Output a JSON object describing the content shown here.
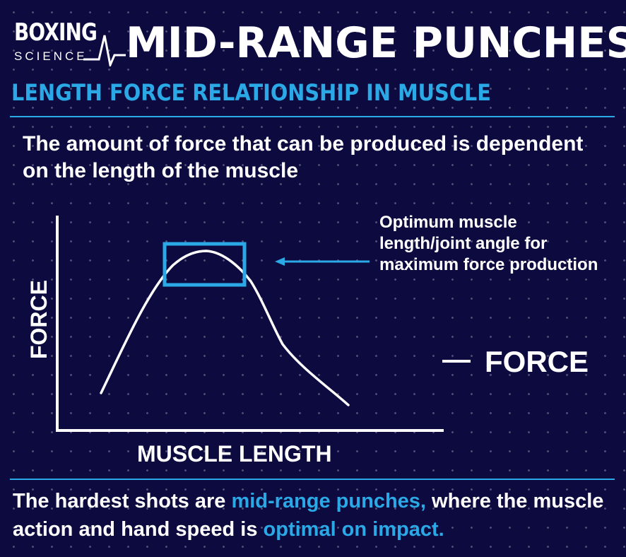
{
  "brand": {
    "name_line1": "BOXING",
    "name_line2": "SCIENCE",
    "icon": "ecg-heartbeat-icon"
  },
  "header": {
    "title": "MID-RANGE PUNCHES",
    "subtitle": "LENGTH FORCE RELATIONSHIP IN MUSCLE"
  },
  "intro": {
    "text": "The amount of force that can be produced is dependent on the length of the muscle"
  },
  "diagram": {
    "x_axis_label": "MUSCLE LENGTH",
    "y_axis_label": "FORCE",
    "callout_text": "Optimum muscle length/joint angle for maximum force production",
    "legend_label": "FORCE"
  },
  "conclusion": {
    "part1": "The hardest shots are ",
    "highlight1": "mid-range punches,",
    "part2": " where the muscle action and hand speed is ",
    "highlight2": "optimal on impact."
  },
  "colors": {
    "background": "#0c0a3e",
    "accent": "#2aa9e6",
    "text": "#ffffff"
  }
}
